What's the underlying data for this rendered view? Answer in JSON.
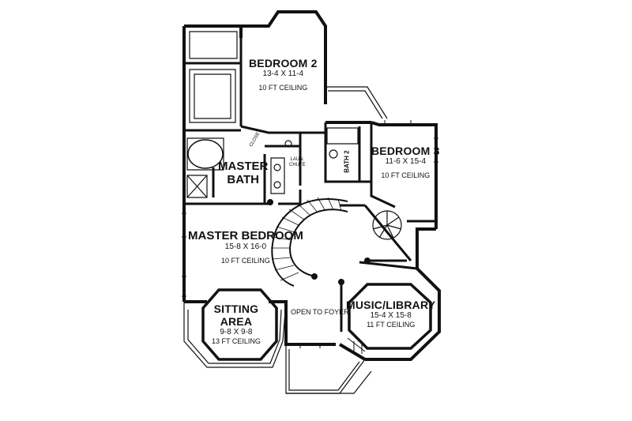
{
  "rooms": {
    "bedroom2": {
      "name": "BEDROOM 2",
      "dims": "13-4 X 11-4",
      "ceiling": "10 FT CEILING"
    },
    "bedroom3": {
      "name": "BEDROOM 3",
      "dims": "11-6 X 15-4",
      "ceiling": "10 FT CEILING"
    },
    "master_bath": {
      "line1": "MASTER",
      "line2": "BATH"
    },
    "bath2": {
      "name": "BATH 2"
    },
    "master_bedroom": {
      "name": "MASTER BEDROOM",
      "dims": "15-8 X 16-0",
      "ceiling": "10 FT CEILING"
    },
    "sitting_area": {
      "line1": "SITTING",
      "line2": "AREA",
      "dims": "9-8 X 9-8",
      "ceiling": "13 FT CEILING"
    },
    "music_library": {
      "name": "MUSIC/LIBRARY",
      "dims": "15-4 X 15-8",
      "ceiling": "11 FT CEILING"
    }
  },
  "labels": {
    "open_to_foyer": "OPEN TO FOYER",
    "laun_chute_1": "LAUN.",
    "laun_chute_2": "CHUTE",
    "closet": "CLOSET"
  },
  "colors": {
    "wall": "#111111",
    "background": "#ffffff"
  }
}
